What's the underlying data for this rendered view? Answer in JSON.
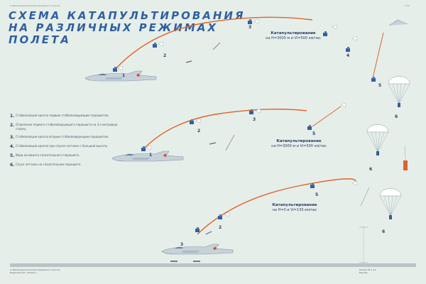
{
  "poster": {
    "header_note": "Стабилизация катапультированного кресла",
    "corner_code": "1-14",
    "title_lines": [
      "СХЕМА КАТАПУЛЬТИРОВАНИЯ",
      "НА РАЗЛИЧНЫХ РЕЖИМАХ",
      "ПОЛЕТА"
    ],
    "modes": [
      {
        "heading": "Катапультирование",
        "params": "на H=3000 м и Vi=500 км/час"
      },
      {
        "heading": "Катапультирование",
        "params": "на H=3000 м и Vi=500 км/час"
      },
      {
        "heading": "Катапультирование",
        "params": "на H=0 и Vi=130 км/час"
      }
    ],
    "legend": [
      {
        "num": "1.",
        "text": "Стабилизация кресла первым стабилизирующим парашютом."
      },
      {
        "num": "2.",
        "text": "Отделение первого стабилизирующего парашюта на 3-х метровую стропу."
      },
      {
        "num": "3.",
        "text": "Стабилизация кресла вторым стабилизирующим парашютом."
      },
      {
        "num": "4.",
        "text": "Стабилизация кресла при спуске летчика с большой высоты."
      },
      {
        "num": "5.",
        "text": "Ввод основного спасательного парашюта."
      },
      {
        "num": "6.",
        "text": "Спуск летчика на спасательном парашюте."
      }
    ],
    "stage_numbers": {
      "top": [
        "1",
        "2",
        "3",
        "4",
        "5",
        "6"
      ],
      "middle": [
        "1",
        "2",
        "3",
        "5",
        "6"
      ],
      "bottom": [
        "3",
        "2",
        "5",
        "6"
      ]
    },
    "footer_left": [
      "Стабилизация катапультированного кресла",
      "Издательство «Плакат»"
    ],
    "footer_right": [
      "Плакат № 1-14",
      "Москва"
    ],
    "colors": {
      "title": "#2f5fa0",
      "trajectory": "#e0632a",
      "aircraft": "#c6d2da",
      "canopy": "#ffffff",
      "background": "#e6eee9"
    }
  }
}
